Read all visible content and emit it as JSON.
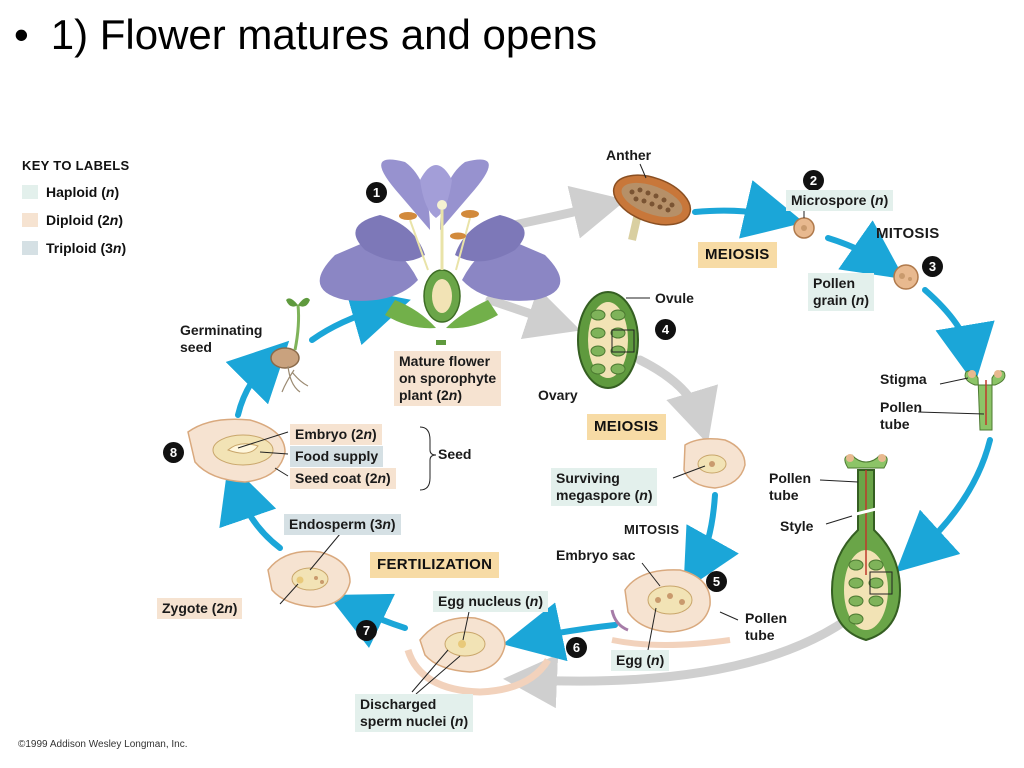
{
  "slide": {
    "bullet": "•",
    "title": "1) Flower matures and opens"
  },
  "key": {
    "title": "KEY TO LABELS",
    "items": [
      {
        "label": "Haploid (n)",
        "color": "#e3f0ec"
      },
      {
        "label": "Diploid (2n)",
        "color": "#f6e3d1"
      },
      {
        "label": "Triploid (3n)",
        "color": "#d5e0e4"
      }
    ]
  },
  "steps": [
    "1",
    "2",
    "3",
    "4",
    "5",
    "6",
    "7",
    "8"
  ],
  "labels": {
    "anther": "Anther",
    "microspore": "Microspore (n)",
    "pollen_grain_1": "Pollen",
    "pollen_grain_2": "grain (n)",
    "ovule": "Ovule",
    "ovary": "Ovary",
    "mature_flower_1": "Mature flower",
    "mature_flower_2": "on sporophyte",
    "mature_flower_3": "plant (2n)",
    "germinating_1": "Germinating",
    "germinating_2": "seed",
    "stigma": "Stigma",
    "pollen_tube_top_1": "Pollen",
    "pollen_tube_top_2": "tube",
    "pollen_tube_mid_1": "Pollen",
    "pollen_tube_mid_2": "tube",
    "style": "Style",
    "surviving_1": "Surviving",
    "surviving_2": "megaspore (n)",
    "embryo_sac": "Embryo sac",
    "pollen_tube_low_1": "Pollen",
    "pollen_tube_low_2": "tube",
    "egg": "Egg (n)",
    "egg_nucleus": "Egg nucleus (n)",
    "discharged_1": "Discharged",
    "discharged_2": "sperm nuclei (n)",
    "zygote": "Zygote (2n)",
    "endosperm": "Endosperm (3n)",
    "embryo": "Embryo (2n)",
    "food_supply": "Food supply",
    "seed_coat": "Seed coat (2n)",
    "seed": "Seed"
  },
  "processes": {
    "meiosis_top": "MEIOSIS",
    "mitosis_top": "MITOSIS",
    "meiosis_mid": "MEIOSIS",
    "mitosis_mid": "MITOSIS",
    "fertilization": "FERTILIZATION"
  },
  "colors": {
    "cycle_arrow": "#1ba6d8",
    "transition_arrow": "#cfcfcf",
    "petal": "#8b86c4",
    "ovary_green": "#5f9a3e",
    "anther_orange": "#c8773a",
    "seed_cream": "#f2e3b5"
  },
  "copyright": "©1999 Addison Wesley Longman, Inc."
}
